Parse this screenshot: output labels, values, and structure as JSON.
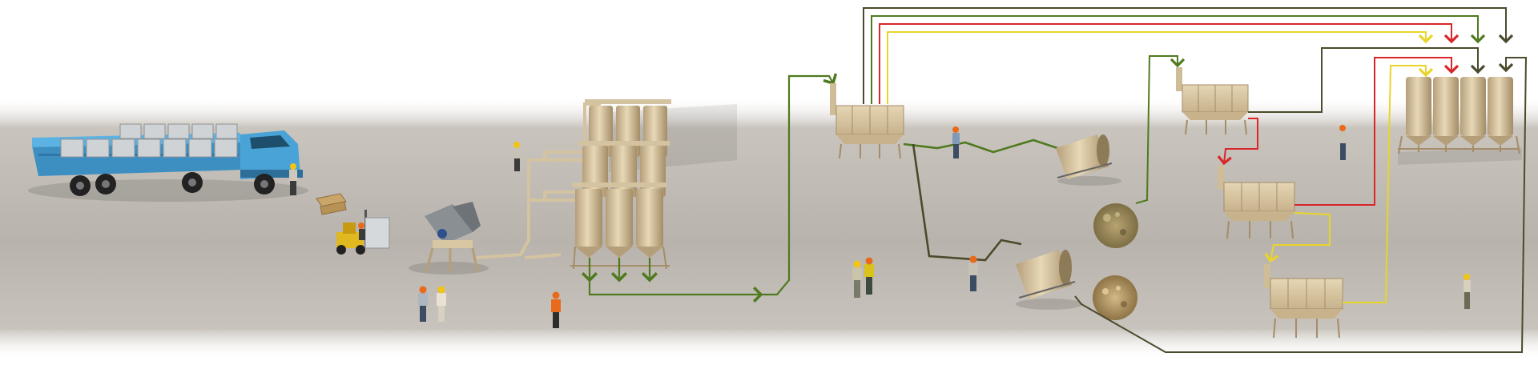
{
  "scene": {
    "kind": "industrial process line illustration (no visible text)",
    "elements": [
      "flatbed-truck",
      "bales-on-truck",
      "worker",
      "pallet",
      "forklift",
      "bale-opener",
      "pipe-rack",
      "storage-silos",
      "collector-hopper-unit",
      "rotary-drum-dryer",
      "wood-chip-pile",
      "wood-pellet-pile",
      "hopper-units",
      "product-silos"
    ]
  },
  "colors": {
    "floor": "#bdb8b1",
    "floor_dark": "#a9a49d",
    "truck_blue": "#4aa3d6",
    "equipment": "#d9c7a3",
    "equipment_shade": "#b59f7a",
    "pipe_green": "#4f7a1f",
    "pipe_dark_olive": "#4b4a2c",
    "pipe_red": "#d8262a",
    "pipe_yellow": "#e8d52a",
    "hardhat_orange": "#e86a1a",
    "hardhat_yellow": "#f2c515"
  }
}
